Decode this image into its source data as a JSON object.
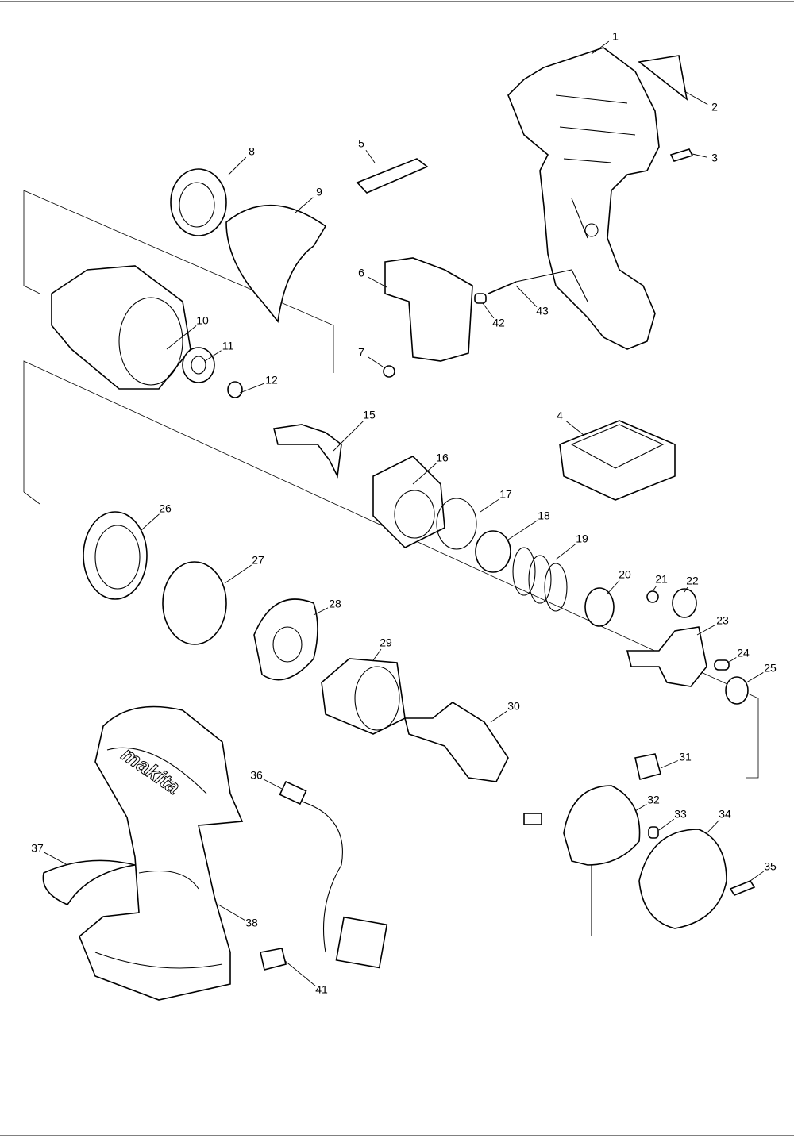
{
  "diagram": {
    "type": "exploded-parts-view",
    "brand_logo": "makita",
    "callouts": [
      "1",
      "2",
      "3",
      "4",
      "5",
      "6",
      "7",
      "8",
      "9",
      "10",
      "11",
      "12",
      "15",
      "16",
      "17",
      "18",
      "19",
      "20",
      "21",
      "22",
      "23",
      "24",
      "25",
      "26",
      "27",
      "28",
      "29",
      "30",
      "31",
      "32",
      "33",
      "34",
      "35",
      "36",
      "37",
      "38",
      "41",
      "42",
      "43"
    ]
  }
}
